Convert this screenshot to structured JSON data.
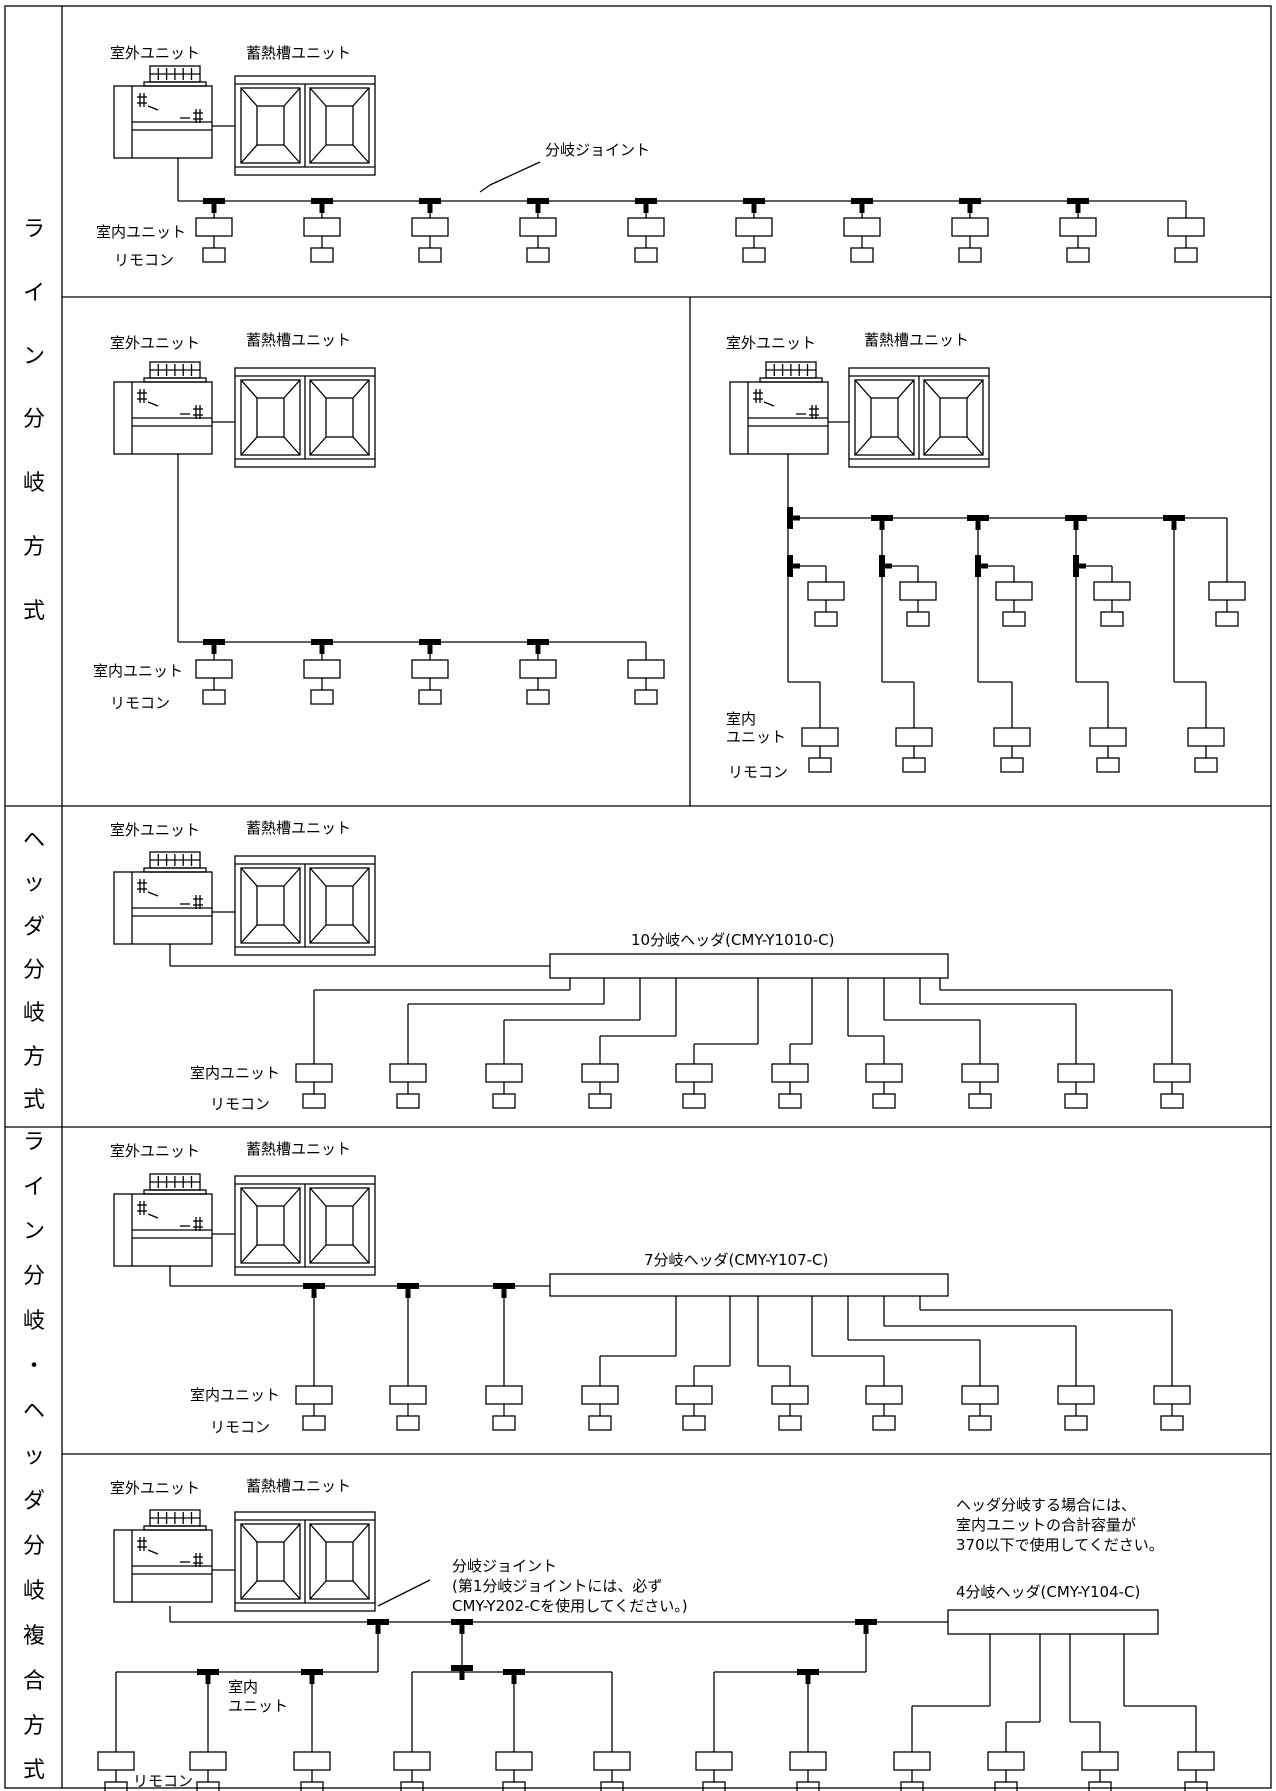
{
  "side_labels": {
    "line": [
      "ラ",
      "イ",
      "ン",
      "分",
      "岐",
      "方",
      "式"
    ],
    "header": [
      "ヘ",
      "ッ",
      "ダ",
      "分",
      "岐",
      "方",
      "式"
    ],
    "combo": [
      "ラ",
      "イ",
      "ン",
      "分",
      "岐",
      "・",
      "ヘ",
      "ッ",
      "ダ",
      "分",
      "岐",
      "複",
      "合",
      "方",
      "式"
    ]
  },
  "labels": {
    "outdoor_unit": "室外ユニット",
    "storage_unit": "蓄熱槽ユニット",
    "indoor_unit": "室内ユニット",
    "indoor_unit_line1": "室内",
    "indoor_unit_line2": "ユニット",
    "remote": "リモコン",
    "branch_joint": "分岐ジョイント"
  },
  "headers": {
    "h10": "10分岐ヘッダ(CMY-Y1010-C)",
    "h7": "7分岐ヘッダ(CMY-Y107-C)",
    "h4": "4分岐ヘッダ(CMY-Y104-C)"
  },
  "notes": {
    "joint_note_1": "(第1分岐ジョイントには、必ず",
    "joint_note_2": "CMY-Y202-Cを使用してください。)",
    "capacity_1": "ヘッダ分岐する場合には、",
    "capacity_2": "室内ユニットの合計容量が",
    "capacity_3": "370以下で使用してください。"
  }
}
